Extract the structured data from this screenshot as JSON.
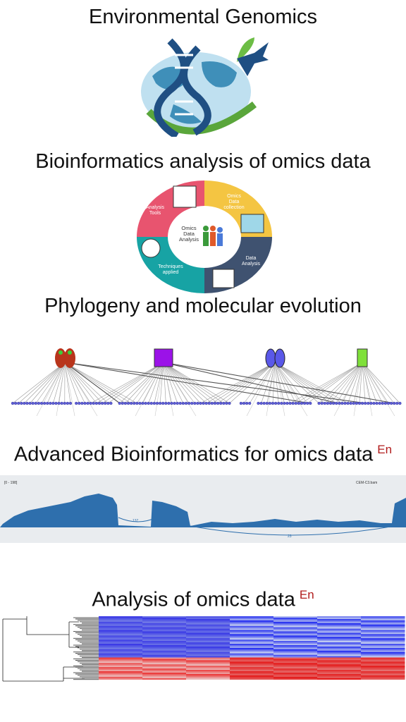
{
  "sections": [
    {
      "title": "Environmental Genomics"
    },
    {
      "title": "Bioinformatics analysis of omics data",
      "wheel": {
        "center": "Omics\nData\nAnalysis",
        "segments": [
          "Analysis\nTools",
          "Omics\nData\ncollection",
          "Data\nAnalysis",
          "Techniques\napplied"
        ]
      }
    },
    {
      "title": "Phylogeny and molecular evolution"
    },
    {
      "title": "Advanced Bioinformatics for omics data",
      "lang": "En",
      "track": {
        "range": "[0 - 198]",
        "sample": "CEM-C3.bam",
        "junction_a": "137",
        "junction_b": "23"
      }
    },
    {
      "title": "Analysis of omics data",
      "lang": "En"
    }
  ],
  "colors": {
    "pink": "#e8546f",
    "yellow": "#f4c542",
    "slate": "#3f5270",
    "teal": "#17a3a4",
    "coverage": "#2e6fad",
    "heat_red": "#e32222",
    "heat_blue": "#2d35e6"
  }
}
